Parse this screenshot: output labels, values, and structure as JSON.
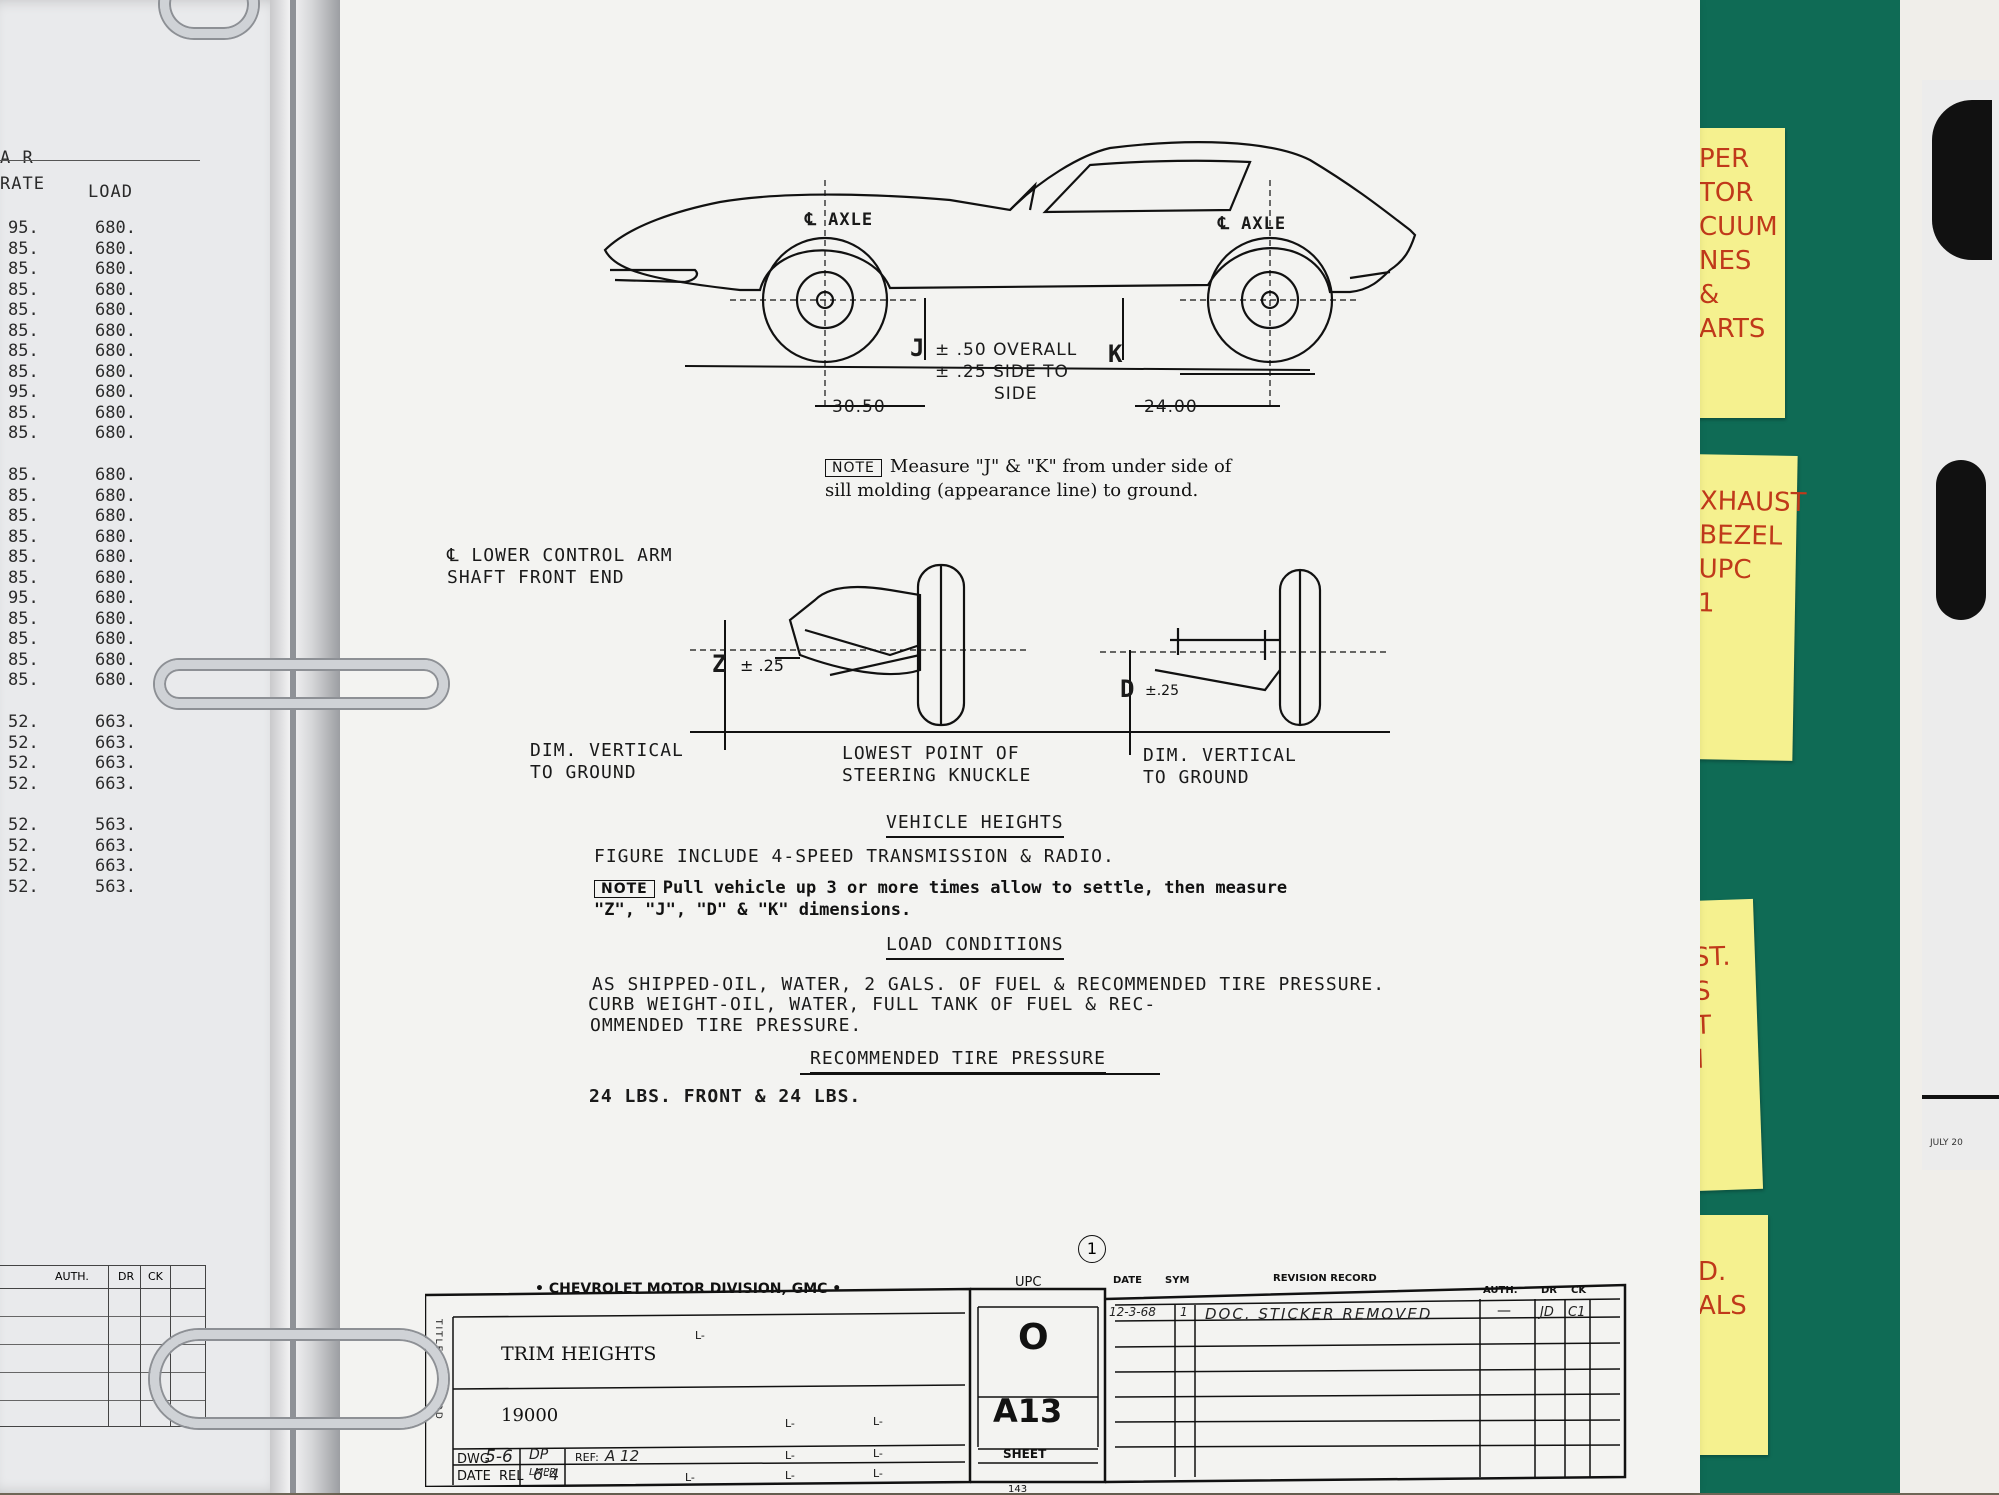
{
  "left_page": {
    "header_1": "A R",
    "header_rate": "RATE",
    "header_load": "LOAD",
    "group1": [
      {
        "rate": "95.",
        "load": "680."
      },
      {
        "rate": "85.",
        "load": "680."
      },
      {
        "rate": "85.",
        "load": "680."
      },
      {
        "rate": "85.",
        "load": "680."
      },
      {
        "rate": "85.",
        "load": "680."
      },
      {
        "rate": "85.",
        "load": "680."
      },
      {
        "rate": "85.",
        "load": "680."
      },
      {
        "rate": "85.",
        "load": "680."
      },
      {
        "rate": "95.",
        "load": "680."
      },
      {
        "rate": "85.",
        "load": "680."
      },
      {
        "rate": "85.",
        "load": "680."
      }
    ],
    "group2": [
      {
        "rate": "85.",
        "load": "680."
      },
      {
        "rate": "85.",
        "load": "680."
      },
      {
        "rate": "85.",
        "load": "680."
      },
      {
        "rate": "85.",
        "load": "680."
      },
      {
        "rate": "85.",
        "load": "680."
      },
      {
        "rate": "85.",
        "load": "680."
      },
      {
        "rate": "95.",
        "load": "680."
      },
      {
        "rate": "85.",
        "load": "680."
      },
      {
        "rate": "85.",
        "load": "680."
      },
      {
        "rate": "85.",
        "load": "680."
      },
      {
        "rate": "85.",
        "load": "680."
      }
    ],
    "group3": [
      {
        "rate": "52.",
        "load": "663."
      },
      {
        "rate": "52.",
        "load": "663."
      },
      {
        "rate": "52.",
        "load": "663."
      },
      {
        "rate": "52.",
        "load": "663."
      }
    ],
    "group4": [
      {
        "rate": "52.",
        "load": "563."
      },
      {
        "rate": "52.",
        "load": "663."
      },
      {
        "rate": "52.",
        "load": "663."
      },
      {
        "rate": "52.",
        "load": "563."
      }
    ],
    "bottom_auth": "AUTH.",
    "bottom_dr": "DR",
    "bottom_ck": "CK"
  },
  "diagram": {
    "axle_front": "℄ AXLE",
    "axle_rear": "℄ AXLE",
    "j_label": "J",
    "k_label": "K",
    "tolerance_line1": "± .50 OVERALL",
    "tolerance_line2": "± .25 SIDE TO",
    "tolerance_line3": "SIDE",
    "dim_front": "30.50",
    "dim_rear": "24.00",
    "note1_tag": "NOTE",
    "note1_line1": "Measure \"J\" & \"K\" from under side of",
    "note1_line2": "sill molding (appearance line) to ground.",
    "control_arm_line1": "℄ LOWER CONTROL ARM",
    "control_arm_line2": "SHAFT FRONT END",
    "z_label": "Z",
    "z_tol": "± .25",
    "d_label": "D",
    "d_tol": "±.25",
    "dim_vertical_left_1": "DIM. VERTICAL",
    "dim_vertical_left_2": "TO GROUND",
    "lowest_point_1": "LOWEST POINT OF",
    "lowest_point_2": "STEERING KNUCKLE",
    "dim_vertical_right_1": "DIM. VERTICAL",
    "dim_vertical_right_2": "TO GROUND"
  },
  "body": {
    "vehicle_heights_heading": "VEHICLE HEIGHTS",
    "figure_include": "FIGURE INCLUDE 4-SPEED TRANSMISSION & RADIO.",
    "note2_tag": "NOTE",
    "note2_line1": "Pull vehicle up 3 or more times allow to settle, then measure",
    "note2_line2": "\"Z\", \"J\", \"D\" & \"K\" dimensions.",
    "load_conditions_heading": "LOAD CONDITIONS",
    "load_line1": "AS SHIPPED-OIL, WATER, 2 GALS. OF FUEL & RECOMMENDED TIRE PRESSURE.",
    "load_line2": "CURB WEIGHT-OIL, WATER, FULL TANK OF FUEL & REC-",
    "load_line3": "OMMENDED TIRE PRESSURE.",
    "tire_pressure_heading": "RECOMMENDED TIRE PRESSURE",
    "tire_pressure_value": "24 LBS. FRONT & 24 LBS.",
    "circle_number": "1"
  },
  "title_block": {
    "division": "• CHEVROLET MOTOR DIVISION, GMC •",
    "upc_label": "UPC",
    "upc_value": "O",
    "code": "A13",
    "sheet_label": "SHEET",
    "title_side": "TITLE",
    "title_value": "TRIM HEIGHTS",
    "mod_side": "MOD",
    "mod_value": "19000",
    "dwg_label": "DWG",
    "dwg_value": "5-6",
    "date_label": "DATE",
    "rel_label": "REL",
    "rel_value": "6-4",
    "dp_label": "DP",
    "lmpr_label": "LMPR",
    "ref_label": "REF:",
    "ref_value": "A 12",
    "l_mark": "L-",
    "date_col": "DATE",
    "sym_col": "SYM",
    "revision_col": "REVISION RECORD",
    "auth_col": "AUTH.",
    "dr_col": "DR",
    "ck_col": "CK",
    "rev_date": "12-3-68",
    "rev_sym": "1",
    "rev_text": "DOC. STICKER REMOVED",
    "rev_auth": "—",
    "rev_dr": "JD",
    "rev_ck": "C1",
    "page_footer": "143"
  },
  "sticky_notes": {
    "note1": [
      "PER",
      "TOR",
      "CUUM",
      "NES",
      "&",
      "ARTS"
    ],
    "note2": [
      "XHAUST",
      "BEZEL",
      "UPC",
      "1"
    ],
    "note3": [
      "ST.",
      "S",
      "T",
      "I"
    ],
    "note4": [
      "D.",
      "ALS"
    ]
  },
  "far_right_text": "JULY 20"
}
